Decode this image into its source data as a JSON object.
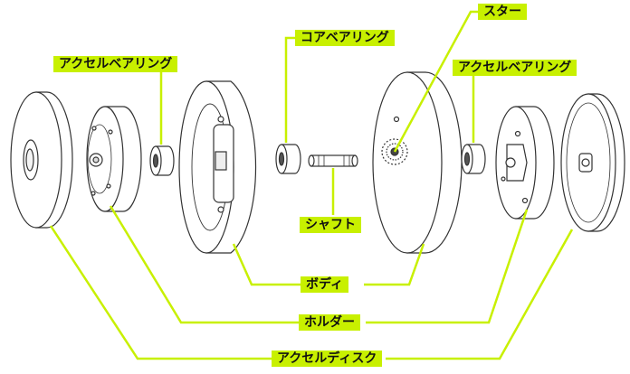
{
  "labels": {
    "axle_bearing_left": "アクセルベアリング",
    "core_bearing": "コアベアリング",
    "star": "スター",
    "axle_bearing_right": "アクセルベアリング",
    "shaft": "シャフト",
    "body": "ボディ",
    "holder": "ホルダー",
    "axle_disc": "アクセルディスク"
  },
  "colors": {
    "label_bg": "#c8f000",
    "leader_line": "#c8f000",
    "part_stroke": "#333333"
  }
}
